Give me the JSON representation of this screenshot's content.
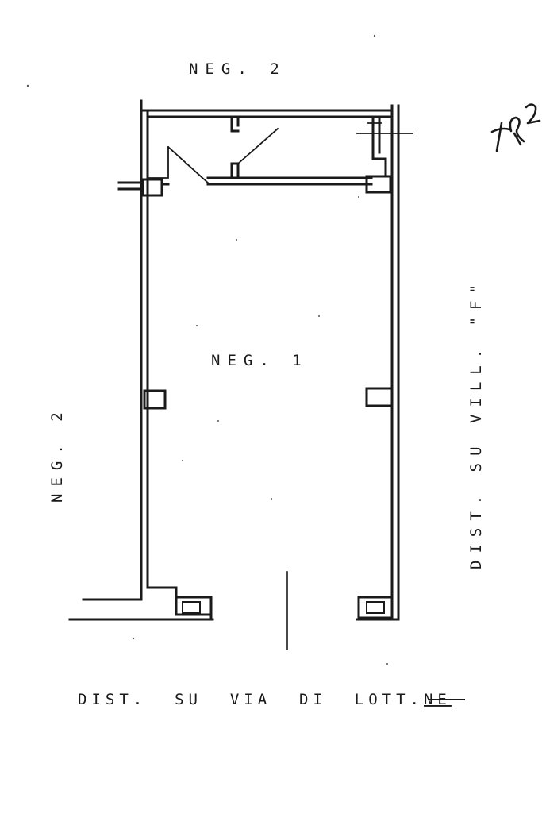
{
  "labels": {
    "top": "NEG. 2",
    "center": "NEG. 1",
    "left": "NEG. 2",
    "right": "DIST. SU VILL. \"F\"",
    "bottom_main": "DIST.  SU  VIA  DI  LOTT.",
    "bottom_underlined": "NE"
  },
  "annotation": "fR2",
  "colors": {
    "ink": "#1a1a1a",
    "paper": "#ffffff"
  }
}
